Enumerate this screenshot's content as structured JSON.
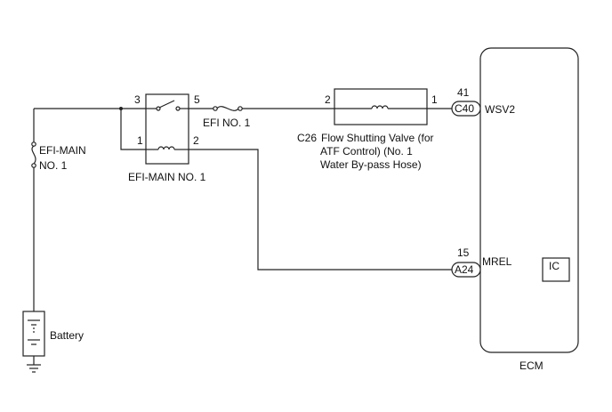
{
  "relay": {
    "name": "EFI-MAIN NO. 1",
    "pin_switch_in": "3",
    "pin_switch_out": "5",
    "pin_coil_in": "1",
    "pin_coil_out": "2"
  },
  "fuse_efi_main": {
    "line1": "EFI-MAIN",
    "line2": "NO. 1"
  },
  "fuse_efi": {
    "name": "EFI NO. 1"
  },
  "valve": {
    "code": "C26",
    "line1": "Flow Shutting Valve (for",
    "line2": "ATF Control) (No. 1",
    "line3": "Water By-pass Hose)",
    "pin_left": "2",
    "pin_right": "1"
  },
  "ecm": {
    "name": "ECM",
    "conn1": {
      "connector": "C40",
      "pin": "41",
      "signal": "WSV2"
    },
    "conn2": {
      "connector": "A24",
      "pin": "15",
      "signal": "MREL"
    },
    "ic": "IC"
  },
  "battery": {
    "name": "Battery"
  }
}
